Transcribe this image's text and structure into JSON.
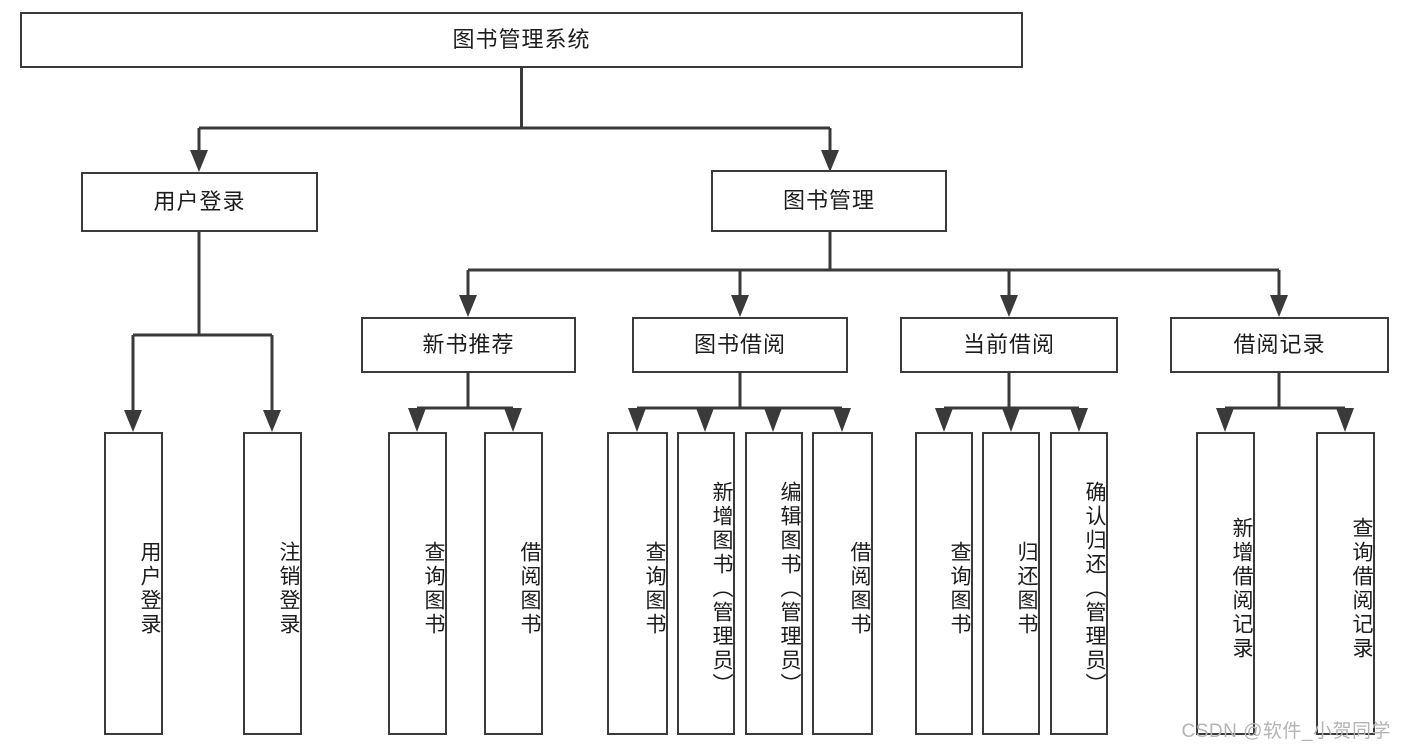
{
  "diagram": {
    "title_node": {
      "label": "图书管理系统"
    },
    "level2": [
      {
        "id": "user-login",
        "label": "用户登录"
      },
      {
        "id": "book-manage",
        "label": "图书管理"
      }
    ],
    "level3": [
      {
        "id": "new-book-recommend",
        "label": "新书推荐"
      },
      {
        "id": "book-borrow",
        "label": "图书借阅"
      },
      {
        "id": "current-borrow",
        "label": "当前借阅"
      },
      {
        "id": "borrow-record",
        "label": "借阅记录"
      }
    ],
    "leaves": {
      "user_login": [
        {
          "id": "leaf-user-login",
          "label": "用户登录"
        },
        {
          "id": "leaf-logout-login",
          "label": "注销登录"
        }
      ],
      "new_book_recommend": [
        {
          "id": "leaf-query-book-1",
          "label": "查询图书"
        },
        {
          "id": "leaf-borrow-book-1",
          "label": "借阅图书"
        }
      ],
      "book_borrow": [
        {
          "id": "leaf-query-book-2",
          "label": "查询图书"
        },
        {
          "id": "leaf-add-book",
          "label": "新增图书（管理员）"
        },
        {
          "id": "leaf-edit-book",
          "label": "编辑图书（管理员）"
        },
        {
          "id": "leaf-borrow-book-2",
          "label": "借阅图书"
        }
      ],
      "current_borrow": [
        {
          "id": "leaf-query-book-3",
          "label": "查询图书"
        },
        {
          "id": "leaf-return-book",
          "label": "归还图书"
        },
        {
          "id": "leaf-confirm-return",
          "label": "确认归还（管理员）"
        }
      ],
      "borrow_record": [
        {
          "id": "leaf-add-record",
          "label": "新增借阅记录"
        },
        {
          "id": "leaf-query-record",
          "label": "查询借阅记录"
        }
      ]
    }
  },
  "watermark": {
    "text": "CSDN @软件_小贺同学"
  },
  "colors": {
    "stroke": "#3a3a3a",
    "text": "#1c1c1c",
    "background": "#ffffff",
    "watermark": "#b4b4b4"
  }
}
